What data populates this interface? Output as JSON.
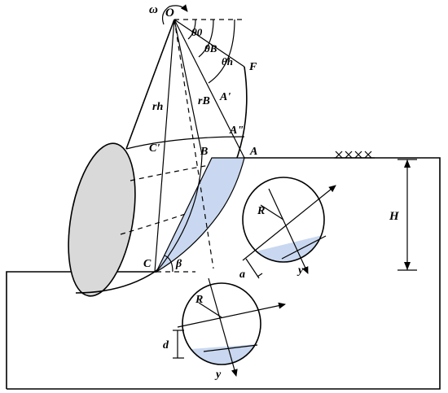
{
  "labels": {
    "omega": "ω",
    "O": "O",
    "theta0": "θ0",
    "thetaB": "θB",
    "thetah": "θh",
    "F": "F",
    "rh": "rh",
    "rB": "rB",
    "A_prime": "A'",
    "A_dprime": "A\"",
    "C_prime": "C'",
    "B": "B",
    "A": "A",
    "H": "H",
    "R1": "R",
    "y1": "y",
    "a": "a",
    "C": "C",
    "beta": "β",
    "R2": "R",
    "d": "d",
    "y2": "y"
  },
  "colors": {
    "sliding_mass_fill": "#c9d8f0",
    "base_ellipse_fill": "#d9d9d9"
  }
}
